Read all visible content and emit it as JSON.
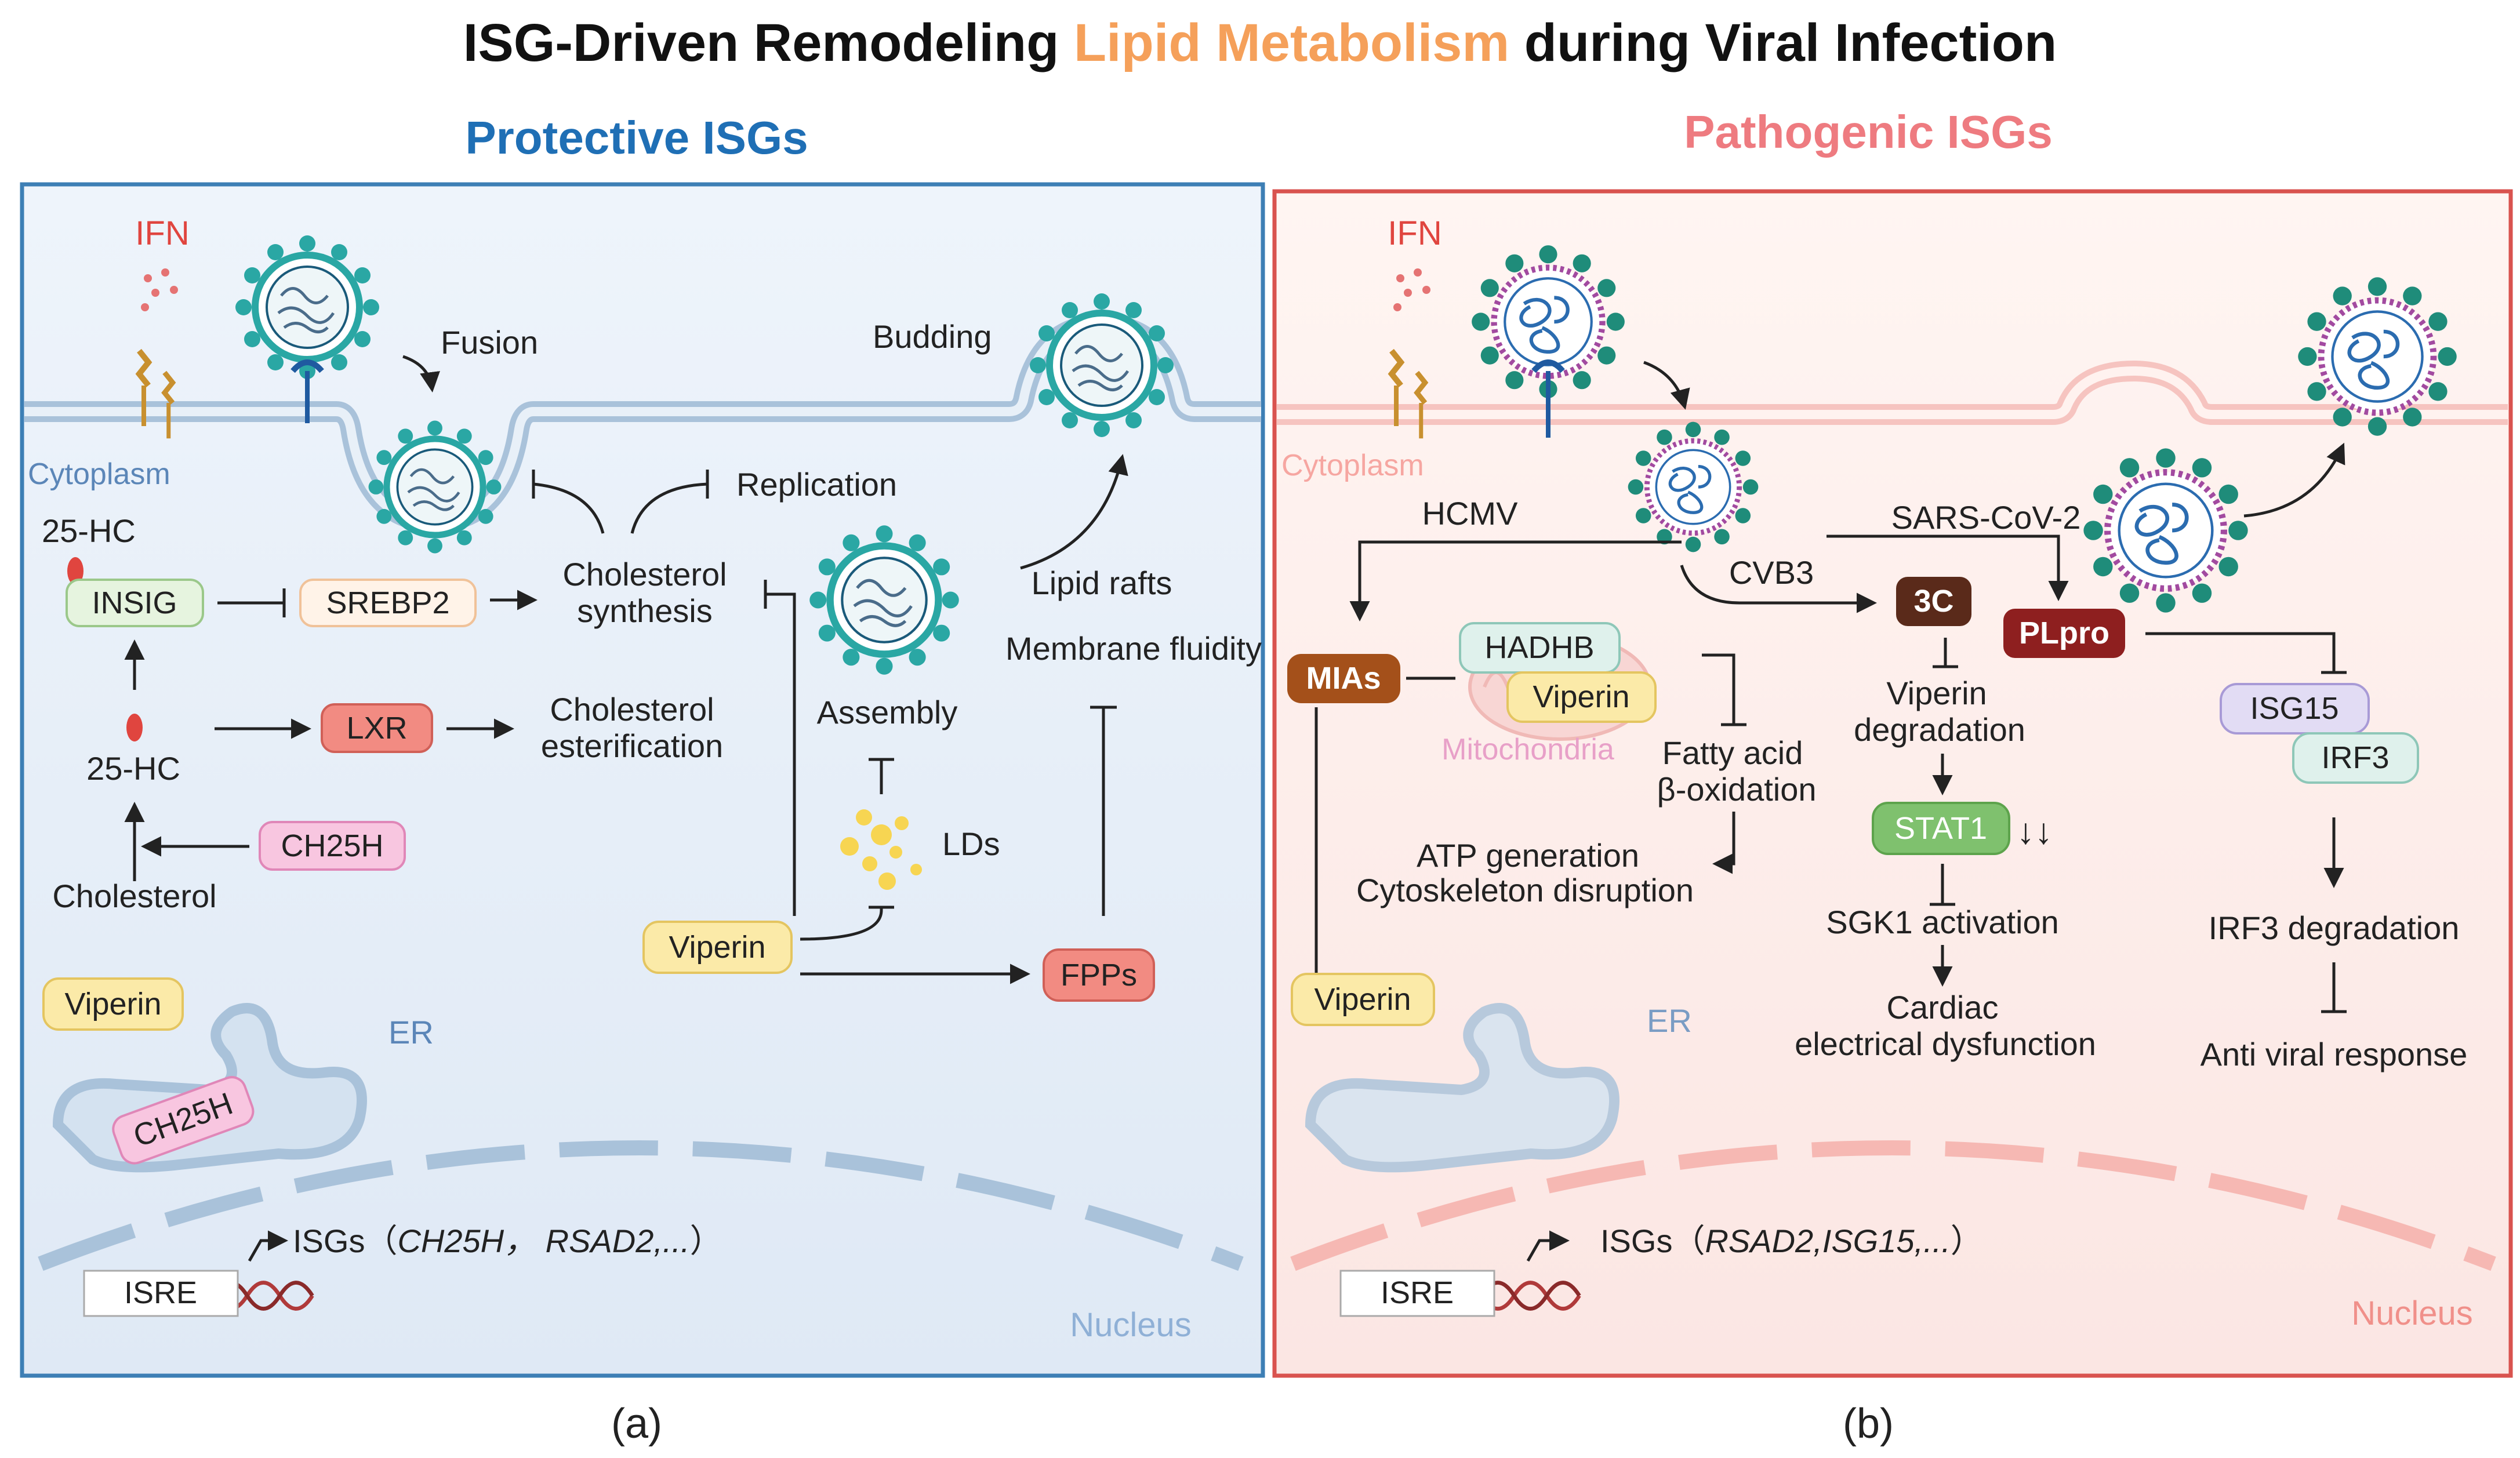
{
  "title": {
    "part1": "ISG-Driven Remodeling ",
    "part2": "Lipid Metabolism",
    "part3": " during Viral Infection"
  },
  "left": {
    "header": "Protective ISGs",
    "ifn": "IFN",
    "fusion": "Fusion",
    "budding": "Budding",
    "cytoplasm": "Cytoplasm",
    "replication": "Replication",
    "hc_top": "25-HC",
    "insig": "INSIG",
    "srebp2": "SREBP2",
    "chol_synth_1": "Cholesterol",
    "chol_synth_2": "synthesis",
    "lipid_rafts": "Lipid rafts",
    "membrane_fluidity": "Membrane fluidity",
    "assembly": "Assembly",
    "lxr": "LXR",
    "chol_ester_1": "Cholesterol",
    "chol_ester_2": "esterification",
    "hc_mid": "25-HC",
    "ch25h": "CH25H",
    "cholesterol": "Cholesterol",
    "lds": "LDs",
    "viperin_mid": "Viperin",
    "fpps": "FPPs",
    "viperin_er": "Viperin",
    "er": "ER",
    "ch25h_er": "CH25H",
    "isgs_prefix": "ISGs（",
    "isgs_italic": "CH25H， RSAD2,...",
    "isgs_suffix": "）",
    "isre": "ISRE",
    "nucleus": "Nucleus",
    "caption": "(a)"
  },
  "right": {
    "header": "Pathogenic ISGs",
    "ifn": "IFN",
    "cytoplasm": "Cytoplasm",
    "hcmv": "HCMV",
    "sars": "SARS-CoV-2",
    "cvb3": "CVB3",
    "c3": "3C",
    "plpro": "PLpro",
    "mias": "MIAs",
    "hadhb": "HADHB",
    "viperin_mito": "Viperin",
    "mitochondria": "Mitochondria",
    "fatty_1": "Fatty acid",
    "fatty_2": "β-oxidation",
    "atp_1": "ATP generation",
    "atp_2": "Cytoskeleton disruption",
    "viperin_deg_1": "Viperin",
    "viperin_deg_2": "degradation",
    "stat1": "STAT1",
    "stat1_arrows": "↓↓",
    "sgk1": "SGK1 activation",
    "cardiac_1": "Cardiac",
    "cardiac_2": "electrical dysfunction",
    "isg15": "ISG15",
    "irf3": "IRF3",
    "irf3_deg": "IRF3 degradation",
    "antiviral": "Anti viral response",
    "viperin_er": "Viperin",
    "er": "ER",
    "isgs_prefix": "ISGs（",
    "isgs_italic": "RSAD2,ISG15,...",
    "isgs_suffix": "）",
    "isre": "ISRE",
    "nucleus": "Nucleus",
    "caption": "(b)"
  },
  "colors": {
    "left_header": "#1f6fb5",
    "right_header": "#ee7b80",
    "title_accent": "#f5a05a",
    "left_border": "#3d7fb5",
    "right_border": "#d9534f",
    "ifn": "#e0453f"
  }
}
